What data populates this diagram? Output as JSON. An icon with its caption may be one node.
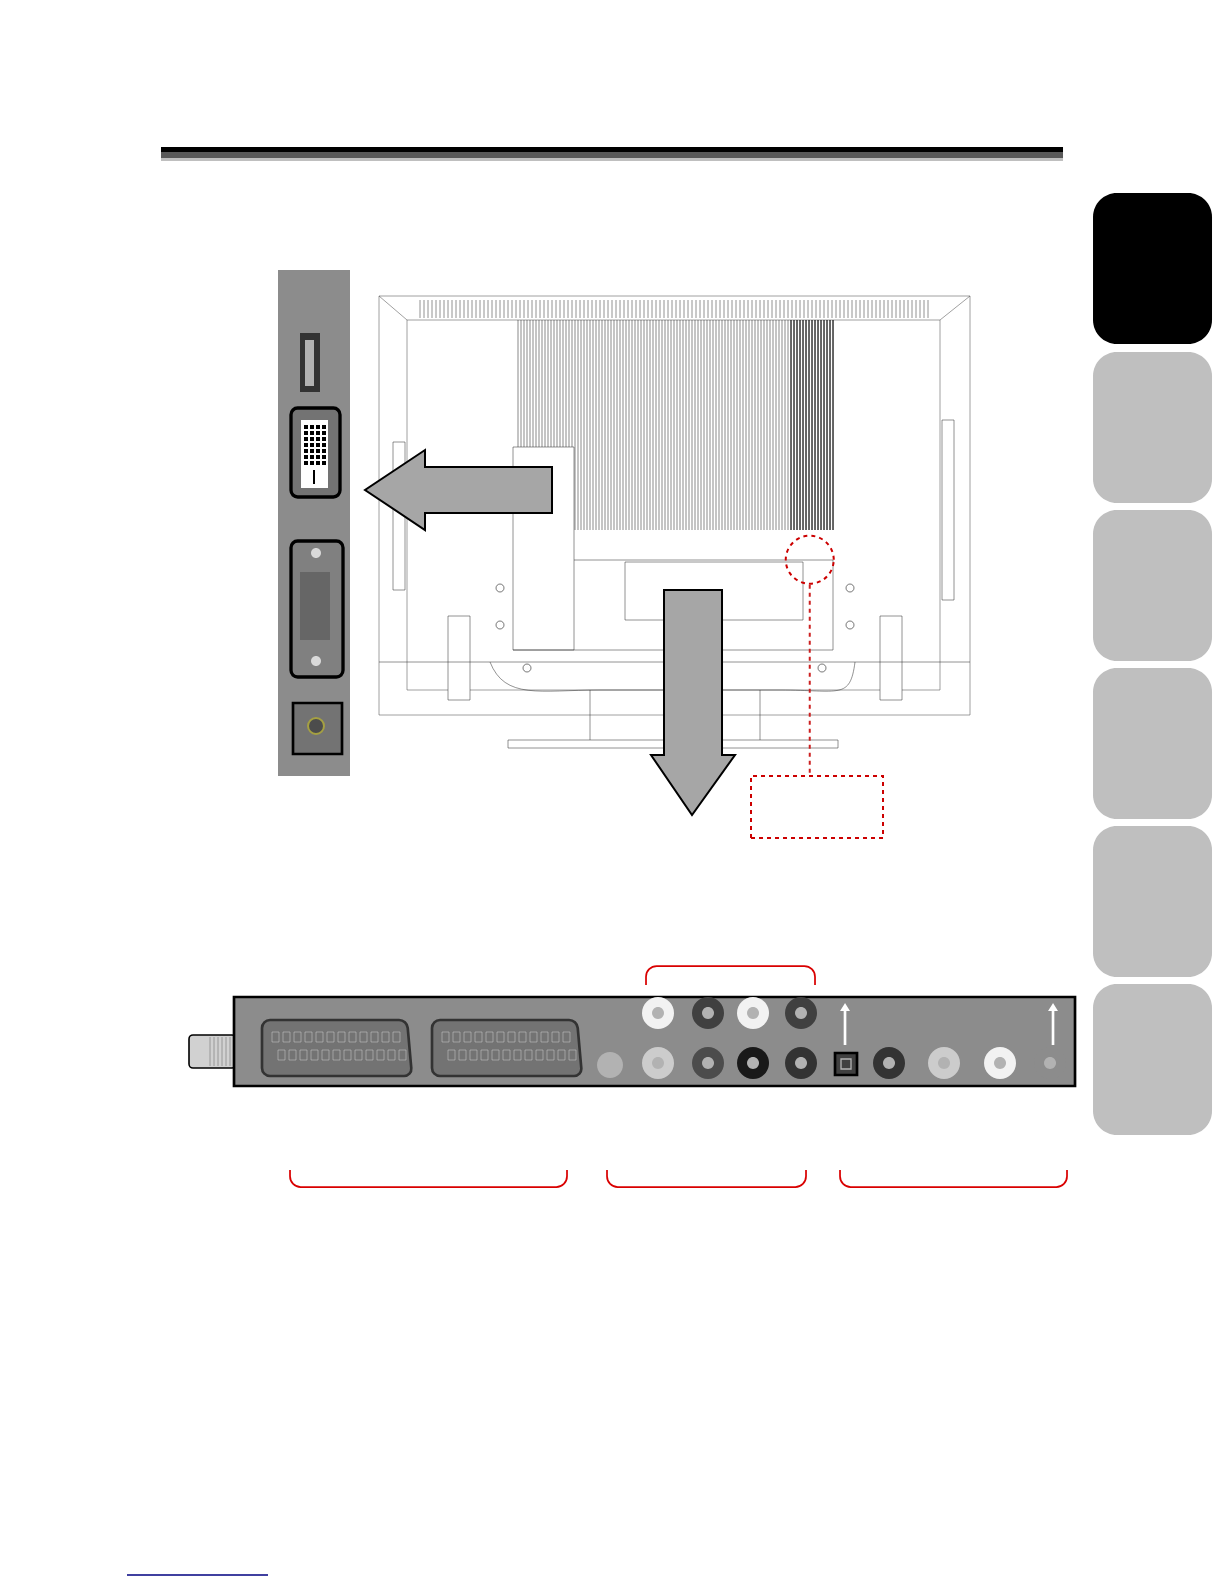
{
  "diagram": {
    "nodes": [
      {
        "text": [],
        "shape": "picture"
      },
      {
        "text": [],
        "shape": "picture"
      },
      {
        "text": [],
        "shape": "circle",
        "in": 1
      },
      {
        "text": [],
        "shape": "box"
      },
      {
        "text": [],
        "shape": "picture"
      }
    ],
    "edges": [
      {
        "from": 2,
        "to": 3,
        "arrow": "none",
        "style": "dashed",
        "color": "#cc2020"
      }
    ]
  }
}
